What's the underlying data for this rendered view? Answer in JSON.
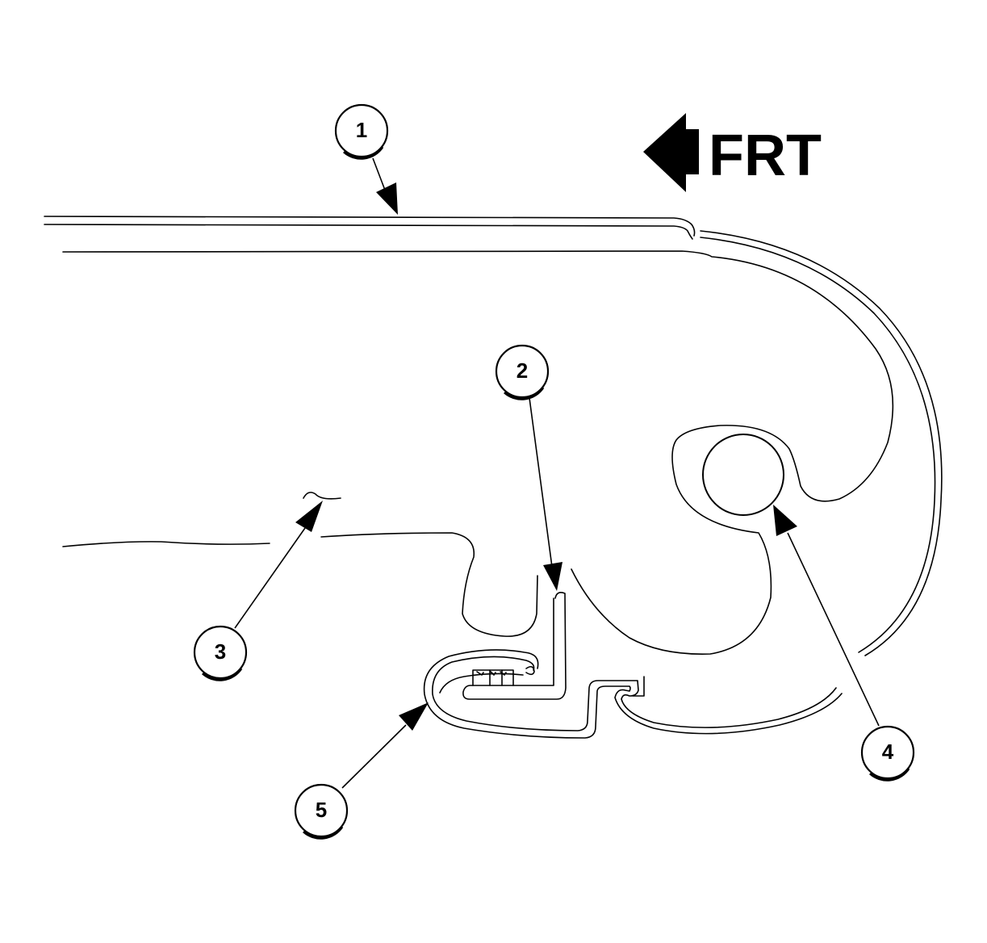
{
  "direction_indicator": {
    "label": "FRT"
  },
  "callouts": [
    {
      "number": "1"
    },
    {
      "number": "2"
    },
    {
      "number": "3"
    },
    {
      "number": "4"
    },
    {
      "number": "5"
    }
  ]
}
